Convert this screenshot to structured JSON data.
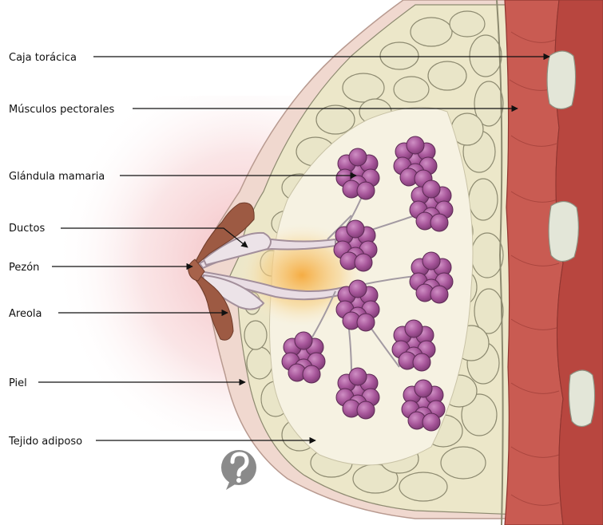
{
  "labels": [
    {
      "id": "rib-cage",
      "text": "Caja torácica"
    },
    {
      "id": "pectoral-muscles",
      "text": "Músculos pectorales"
    },
    {
      "id": "mammary-gland",
      "text": "Glándula mamaria"
    },
    {
      "id": "ducts",
      "text": "Ductos"
    },
    {
      "id": "nipple",
      "text": "Pezón"
    },
    {
      "id": "areola",
      "text": "Areola"
    },
    {
      "id": "skin",
      "text": "Piel"
    },
    {
      "id": "adipose-tissue",
      "text": "Tejido adiposo"
    }
  ],
  "colors": {
    "skin_glow": "#f4c9cc",
    "skin": "#f1dcd2",
    "fat_fill": "#e9e5c8",
    "fat_stroke": "#8d8a70",
    "muscle": "#c7534c",
    "muscle_dark": "#a83e38",
    "rib": "#e4e7da",
    "lobule_fill": "#a7569a",
    "lobule_light": "#c47ab8",
    "lobule_stroke": "#5d2a55",
    "areola": "#9d5a43",
    "duct_center": "#f6b24d",
    "logo": "#8a8a8a"
  },
  "logo_icon": "question-mark-icon"
}
